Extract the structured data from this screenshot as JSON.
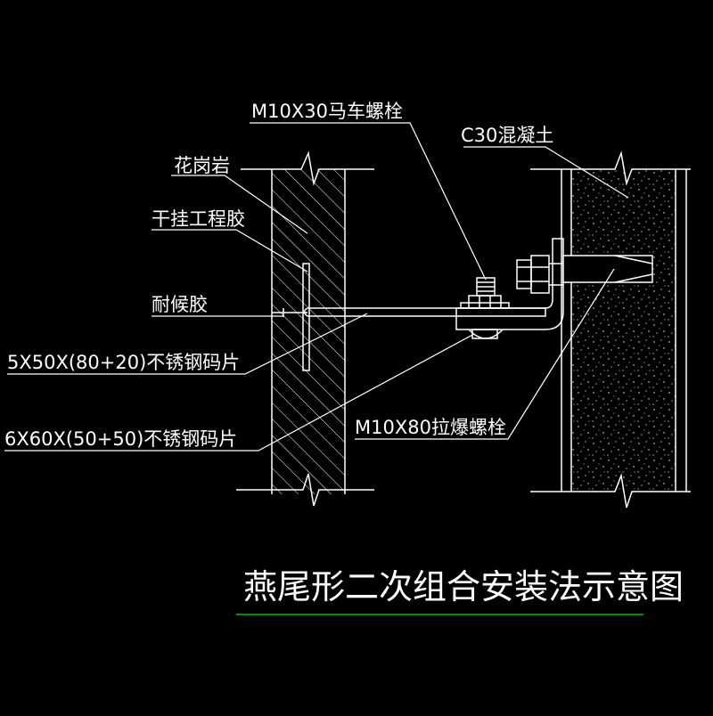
{
  "labels": {
    "bolt_carriage": "M10X30马车螺栓",
    "concrete": "C30混凝土",
    "granite": "花岗岩",
    "dry_hang_glue": "干挂工程胶",
    "weather_glue": "耐候胶",
    "plate_5x50": "5X50X(80+20)不锈钢码片",
    "plate_6x60": "6X60X(50+50)不锈钢码片",
    "expansion_bolt": "M10X80拉爆螺栓"
  },
  "title": "燕尾形二次组合安装法示意图",
  "colors": {
    "background": "#000000",
    "line": "#ffffff",
    "underline": "#00c000"
  }
}
